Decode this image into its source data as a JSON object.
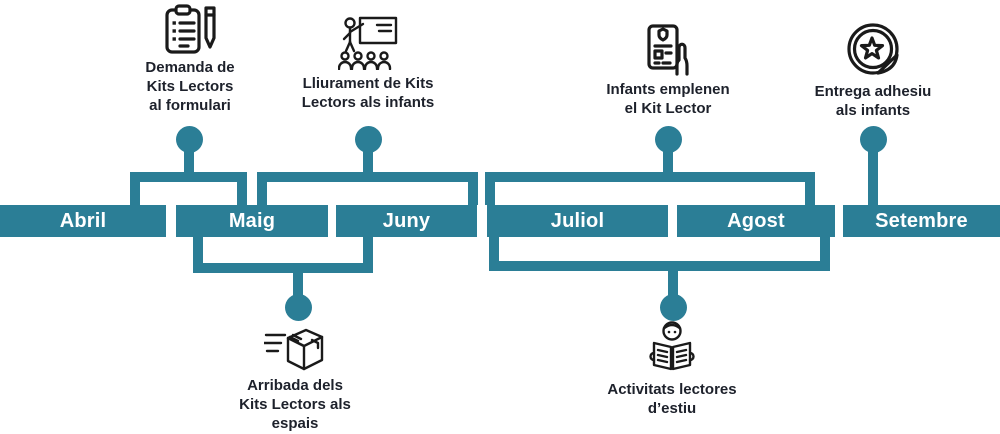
{
  "palette": {
    "accent": "#2b7e96",
    "text": "#1d212b",
    "icon": "#1a1a1a",
    "background": "#ffffff",
    "month_label": "#ffffff"
  },
  "timeline": {
    "months": [
      {
        "label": "Abril"
      },
      {
        "label": "Maig"
      },
      {
        "label": "Juny"
      },
      {
        "label": "Juliol"
      },
      {
        "label": "Agost"
      },
      {
        "label": "Setembre"
      }
    ]
  },
  "events_top": [
    {
      "label": "Demanda de\nKits Lectors\nal formulari",
      "icon": "clipboard-checklist-pencil-icon"
    },
    {
      "label": "Lliurament de Kits\nLectors als infants",
      "icon": "presenter-audience-icon"
    },
    {
      "label": "Infants emplenen\nel Kit Lector",
      "icon": "hand-holding-form-icon"
    },
    {
      "label": "Entrega adhesiu\nals infants",
      "icon": "star-sticker-icon"
    }
  ],
  "events_bottom": [
    {
      "label": "Arribada dels\nKits Lectors als\nespais",
      "icon": "fast-shipping-box-icon"
    },
    {
      "label": "Activitats lectores\nd’estiu",
      "icon": "person-reading-icon"
    }
  ]
}
